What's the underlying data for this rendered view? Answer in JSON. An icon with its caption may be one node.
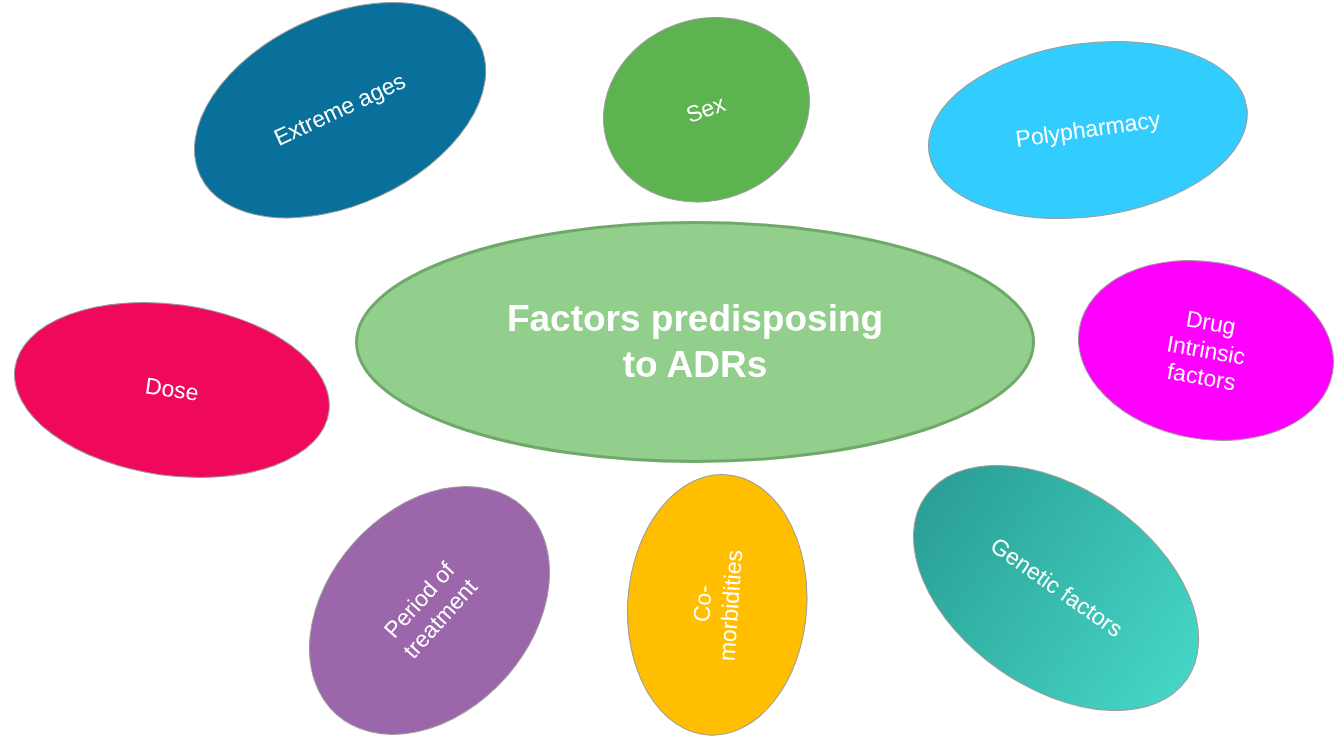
{
  "diagram": {
    "nodes": [
      {
        "text": [
          "Extreme ages"
        ]
      },
      {
        "text": [
          "Sex"
        ]
      },
      {
        "text": [
          "Polypharmacy"
        ]
      },
      {
        "text": [
          "Dose"
        ]
      },
      {
        "text": [
          "Factors predisposing to ADRs"
        ]
      },
      {
        "text": [
          "Drug Intrinsic factors"
        ]
      },
      {
        "text": [
          "Period of treatment"
        ]
      },
      {
        "text": [
          "Co-morbidities"
        ]
      },
      {
        "text": [
          "Genetic factors"
        ]
      }
    ]
  }
}
